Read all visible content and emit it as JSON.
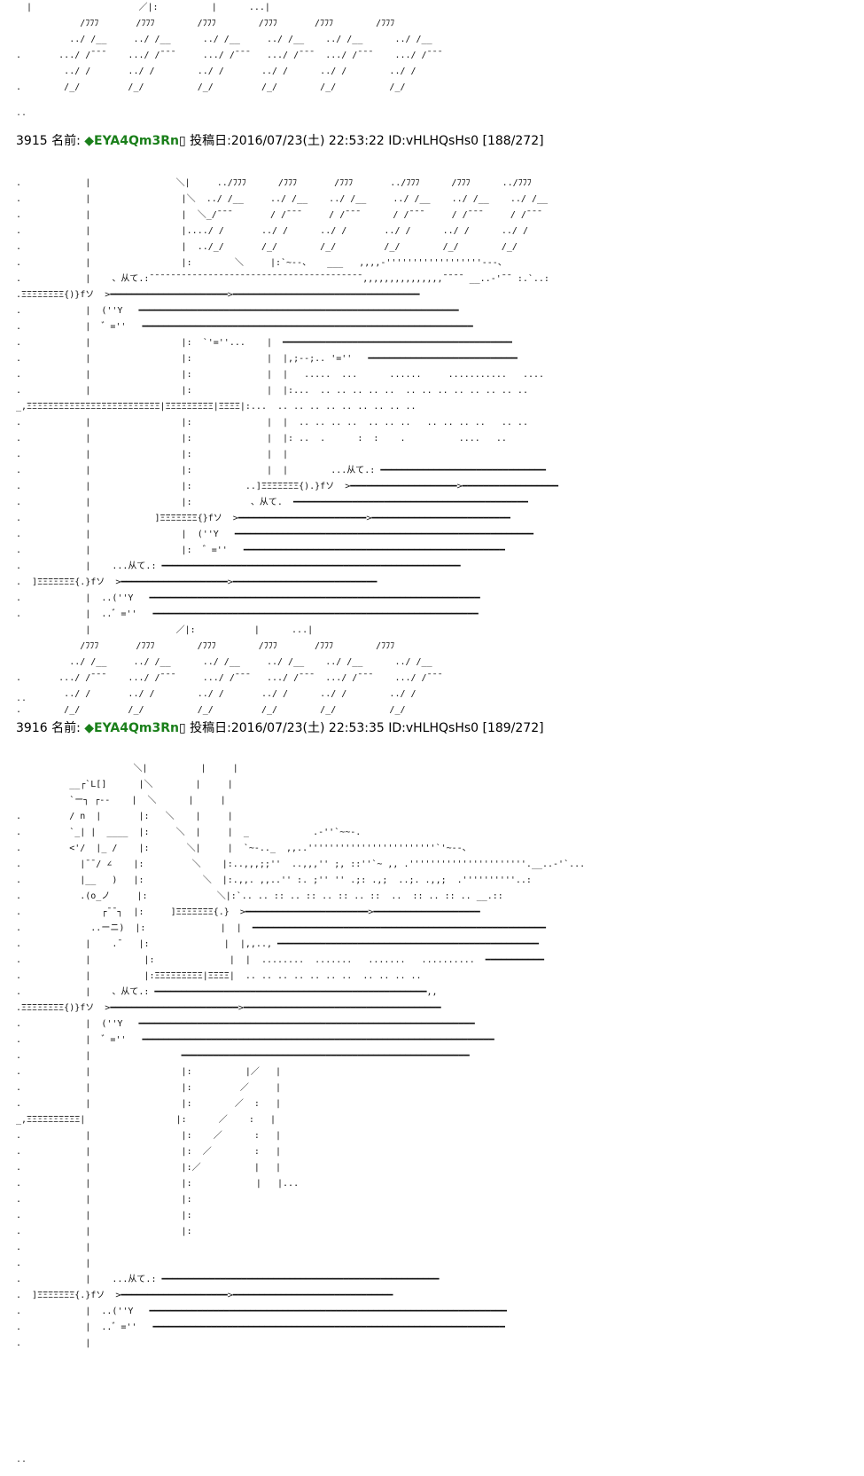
{
  "top_art": "  |                    ／|:          |      ...|\n            /ﾌﾌﾌ       /ﾌﾌﾌ        /ﾌﾌﾌ        /ﾌﾌﾌ       /ﾌﾌﾌ        /ﾌﾌﾌ\n          ../ /__     ../ /__      ../ /__     ../ /__    ../ /__      ../ /__\n.       .../ /¯¯¯    .../ /¯¯¯     .../ /¯¯¯   .../ /¯¯¯  .../ /¯¯¯    .../ /¯¯¯\n         ../ /       ../ /        ../ /       ../ /      ../ /        ../ /\n.        /_/         /_/          /_/         /_/        /_/          /_/",
  "sep1": "..",
  "post1": {
    "number": "3915",
    "name_label": "名前:",
    "name": "◆EYA4Qm3Rn",
    "date": "投稿日:2016/07/23(土) 22:53:22 ID:vHLHQsHs0 [188/272]"
  },
  "art1": ".            |                ＼|     ../ﾌﾌﾌ      /ﾌﾌﾌ       /ﾌﾌﾌ       ../ﾌﾌﾌ      /ﾌﾌﾌ      ../ﾌﾌﾌ\n.            |                 |＼  ../ /__     ../ /__    ../ /__     ../ /__    ../ /__    ../ /__\n.            |                 |  ＼_/¯¯¯       / /¯¯¯     / /¯¯¯      / /¯¯¯     / /¯¯¯     / /¯¯¯\n.            |                 |..../ /       ../ /      ../ /       ../ /      ../ /      ../ /\n.            |                 |  ../_/       /_/        /_/         /_/        /_/        /_/\n.            |                 |:        ＼     |:`~--、   ___   ,,,,-''''''''''''''''''-‐-、\n.            |    、从て.:¯¯¯¯¯¯¯¯¯¯¯¯¯¯¯¯¯¯¯¯¯¯¯¯¯¯¯¯¯¯¯¯¯¯¯¯¯¯¯¯,,,,,,,,,,,,,,,¯¯¯¯ __..-'¯¯ :.`..:\n.ΞΞΞΞΞΞΞΞ{)}fソ  >━━━━━━━━━━━━━━━━━━━━━━>━━━━━━━━━━━━━━━━━━━━━━━━━━━━━━━━━━━\n.            |  (''Y   ━━━━━━━━━━━━━━━━━━━━━━━━━━━━━━━━━━━━━━━━━━━━━━━━━━━━━━━━━━━━\n.            |  ゛=''   ━━━━━━━━━━━━━━━━━━━━━━━━━━━━━━━━━━━━━━━━━━━━━━━━━━━━━━━━━━━━━━\n.            |                 |:  `'=''...    |  ━━━━━━━━━━━━━━━━━━━━━━━━━━━━━━━━━━━━━━━━━━━\n.            |                 |:              |  |,;--;.. '=''   ━━━━━━━━━━━━━━━━━━━━━━━━━━━━\n.            |                 |:              |  |   .....  ...      ......     ...........   ....\n.            |                 |:              |  |:...  .. .. .. .. ..  .. .. .. .. .. .. .. ..\n_,ΞΞΞΞΞΞΞΞΞΞΞΞΞΞΞΞΞΞΞΞΞΞΞΞΞ|ΞΞΞΞΞΞΞΞΞ|ΞΞΞΞ|:...  .. .. .. .. .. .. .. .. ..\n.            |                 |:              |  |  .. .. .. ..  .. .. ..   .. .. .. ..   .. ..\n.            |                 |:              |  |: ..  .      :  :    .          ....   ..\n.            |                 |:              |  |\n.            |                 |:              |  |        ...从て.: ━━━━━━━━━━━━━━━━━━━━━━━━━━━━━━━\n.            |                 |:          ..]ΞΞΞΞΞΞΞ{).}fソ  >━━━━━━━━━━━━━━━━━━━━>━━━━━━━━━━━━━━━━━━\n.            |                 |:           、从て.  ━━━━━━━━━━━━━━━━━━━━━━━━━━━━━━━━━━━━━━━━━━━━\n.            |            ]ΞΞΞΞΞΞΞ{}fソ  >━━━━━━━━━━━━━━━━━━━━━━━━>━━━━━━━━━━━━━━━━━━━━━━━━━━\n.            |                 |  (''Y   ━━━━━━━━━━━━━━━━━━━━━━━━━━━━━━━━━━━━━━━━━━━━━━━━━━━━━━━━\n.            |                 |:  ゛=''   ━━━━━━━━━━━━━━━━━━━━━━━━━━━━━━━━━━━━━━━━━━━━━━━━━\n.            |    ...从て.: ━━━━━━━━━━━━━━━━━━━━━━━━━━━━━━━━━━━━━━━━━━━━━━━━━━━━━━━━\n.  ]ΞΞΞΞΞΞΞ{.}fソ  >━━━━━━━━━━━━━━━━━━━━>━━━━━━━━━━━━━━━━━━━━━━━━━━━\n.            |  ..(''Y   ━━━━━━━━━━━━━━━━━━━━━━━━━━━━━━━━━━━━━━━━━━━━━━━━━━━━━━━━━━━━━━\n.            |  ..゛=''   ━━━━━━━━━━━━━━━━━━━━━━━━━━━━━━━━━━━━━━━━━━━━━━━━━━━━━━━━━━━━━\n             |                ／|:           |      ...|\n            /ﾌﾌﾌ       /ﾌﾌﾌ        /ﾌﾌﾌ        /ﾌﾌﾌ       /ﾌﾌﾌ        /ﾌﾌﾌ\n          ../ /__     ../ /__      ../ /__     ../ /__    ../ /__      ../ /__\n.       .../ /¯¯¯    .../ /¯¯¯     .../ /¯¯¯   .../ /¯¯¯  .../ /¯¯¯    .../ /¯¯¯\n         ../ /       ../ /        ../ /       ../ /      ../ /        ../ /\n.        /_/         /_/          /_/         /_/        /_/          /_/",
  "sep2": "..",
  "post2": {
    "number": "3916",
    "name_label": "名前:",
    "name": "◆EYA4Qm3Rn",
    "date": "投稿日:2016/07/23(土) 22:53:35 ID:vHLHQsHs0 [189/272]"
  },
  "art2": "                      ＼|          |     |\n          __┌`L[]      |＼        |     |\n          `ー┐ ┌‐-    |  ＼      |     |\n.         / n  |       |:   ＼    |     |\n.         `_| |  ____  |:     ＼  |     |  _            .-''`~~-.\n.         <'/  |_ /    |:       ＼|     |  `~-.._  ,,..''''''''''''''''''''''''`'~--、\n.           |¯¯/ ∠    |:         ＼    |:..,,,;;''  ..,,,'' ;, ::''`~ ,, .''''''''''''''''''''''.__..-'`...\n.           |__   )   |:           ＼  |:.,,. ,,..'' :. ;'' '' .;: .,;  ..;. .,,;  .''''''''''..:\n.           .(o_ノ     |:             ＼|:`.. .. :: .. :: .. :: .. ::  ..  :: .. :: .. __.::\n.               ┌¯¯┐  |:     ]ΞΞΞΞΞΞΞ{.}  >━━━━━━━━━━━━━━━━━━━━━━━>━━━━━━━━━━━━━━━━━━━━\n.             ..ーニ)  |:              |  |  ━━━━━━━━━━━━━━━━━━━━━━━━━━━━━━━━━━━━━━━━━━━━━━━━━━━━━━━\n.            |    .¯   |:              |  |,,.., ━━━━━━━━━━━━━━━━━━━━━━━━━━━━━━━━━━━━━━━━━━━━━━━━━\n.            |          |:              |  |  ........  .......   .......   ..........  ━━━━━━━━━━━\n.            |          |:ΞΞΞΞΞΞΞΞΞ|ΞΞΞΞ|  .. .. .. .. .. .. ..  .. .. .. ..\n.            |    、从て.: ━━━━━━━━━━━━━━━━━━━━━━━━━━━━━━━━━━━━━━━━━━━━━━━━━━━,,\n.ΞΞΞΞΞΞΞΞ{)}fソ  >━━━━━━━━━━━━━━━━━━━━━━━━>━━━━━━━━━━━━━━━━━━━━━━━━━━━━━━━━━━━━━\n.            |  (''Y   ━━━━━━━━━━━━━━━━━━━━━━━━━━━━━━━━━━━━━━━━━━━━━━━━━━━━━━━━━━━━━━━\n.            |  ゛=''   ━━━━━━━━━━━━━━━━━━━━━━━━━━━━━━━━━━━━━━━━━━━━━━━━━━━━━━━━━━━━━━━━━━\n.            |                 ━━━━━━━━━━━━━━━━━━━━━━━━━━━━━━━━━━━━━━━━━━━━━━━━━━━━━━\n.            |                 |:          |／   |\n.            |                 |:         ／     |\n.            |                 |:        ／  :   |\n_,ΞΞΞΞΞΞΞΞΞΞ|                 |:      ／    :   |\n.            |                 |:    ／      :   |\n.            |                 |:  ／        :   |\n.            |                 |:／          |   |\n.            |                 |:            |   |...\n.            |                 |:\n.            |                 |:\n.            |                 |:\n.            |\n.            |\n.            |    ...从て.: ━━━━━━━━━━━━━━━━━━━━━━━━━━━━━━━━━━━━━━━━━━━━━━━━━━━━\n.  ]ΞΞΞΞΞΞΞ{.}fソ  >━━━━━━━━━━━━━━━━━━━━>━━━━━━━━━━━━━━━━━━━━━━━━━━━━━━\n.            |  ..(''Y   ━━━━━━━━━━━━━━━━━━━━━━━━━━━━━━━━━━━━━━━━━━━━━━━━━━━━━━━━━━━━━━━━━━━\n.            |  ..゛=''   ━━━━━━━━━━━━━━━━━━━━━━━━━━━━━━━━━━━━━━━━━━━━━━━━━━━━━━━━━━━━━━━━━━\n.            |",
  "sep3": ".."
}
